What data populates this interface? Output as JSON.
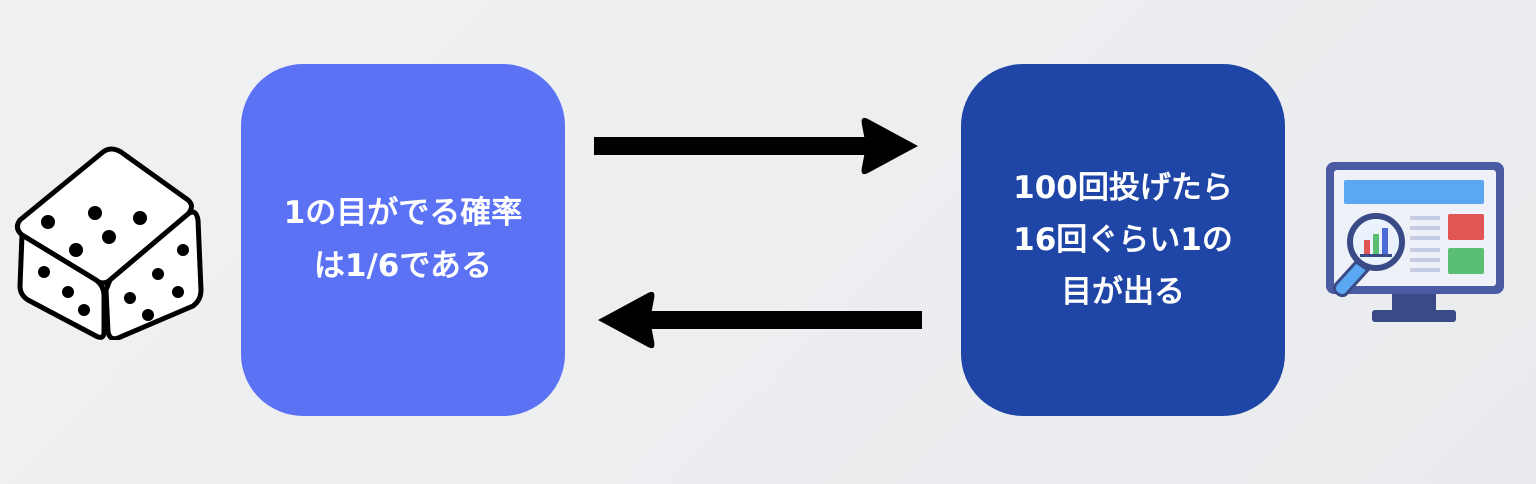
{
  "diagram": {
    "left_box": {
      "lines": [
        "1の目がでる確率",
        "は1/6である"
      ]
    },
    "right_box": {
      "lines": [
        "100回投げたら",
        "16回ぐらい1の",
        "目が出る"
      ]
    }
  },
  "icons": {
    "left_illustration": "dice-icon",
    "right_illustration": "monitor-analytics-icon",
    "top_arrow": "arrow-right-icon",
    "bottom_arrow": "arrow-left-icon"
  },
  "colors": {
    "background": "#eceef0",
    "left_box": "#5b72f5",
    "right_box": "#1f46a6",
    "arrow": "#000000",
    "text": "#ffffff"
  }
}
